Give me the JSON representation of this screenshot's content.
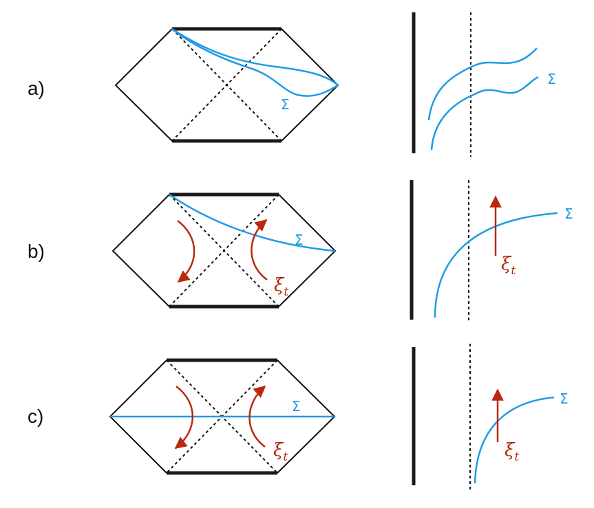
{
  "panels": [
    {
      "label": "a)",
      "sigma": "Σ"
    },
    {
      "label": "b)",
      "sigma": "Σ",
      "xi": "ξ",
      "xi_sub": "t"
    },
    {
      "label": "c)",
      "sigma": "Σ",
      "xi": "ξ",
      "xi_sub": "t"
    }
  ],
  "colors": {
    "outline": "#111111",
    "singularity": "#1a1a1a",
    "sigma_curve": "#1e9be6",
    "killing_vector": "#b8290f"
  }
}
